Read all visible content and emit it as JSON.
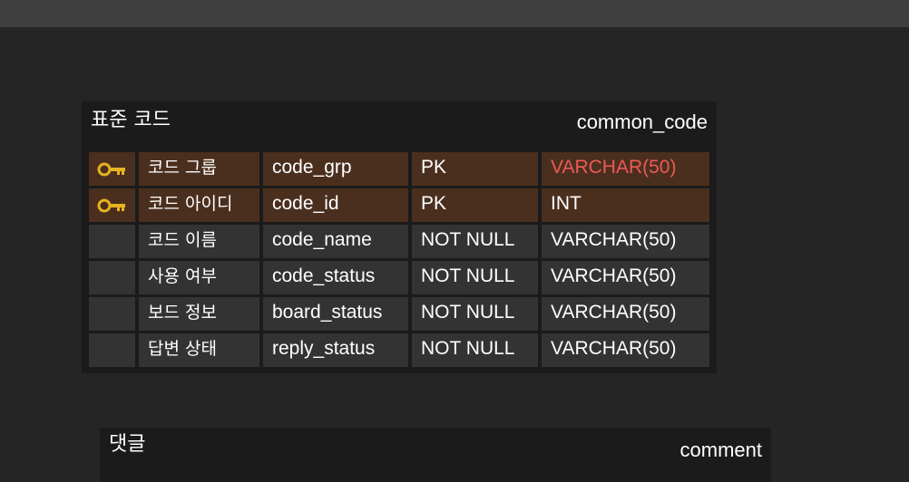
{
  "colors": {
    "pk_row": "#4b2f1e",
    "cell": "#333333",
    "key_icon": "#e6b320",
    "type_highlight": "#ec5a56"
  },
  "entities": [
    {
      "logical_name": "표준 코드",
      "physical_name": "common_code",
      "columns": [
        {
          "key": true,
          "logical": "코드 그룹",
          "physical": "code_grp",
          "constraint": "PK",
          "type": "VARCHAR(50)",
          "type_highlight": true
        },
        {
          "key": true,
          "logical": "코드 아이디",
          "physical": "code_id",
          "constraint": "PK",
          "type": "INT"
        },
        {
          "key": false,
          "logical": "코드 이름",
          "physical": "code_name",
          "constraint": "NOT NULL",
          "type": "VARCHAR(50)"
        },
        {
          "key": false,
          "logical": "사용 여부",
          "physical": "code_status",
          "constraint": "NOT NULL",
          "type": "VARCHAR(50)"
        },
        {
          "key": false,
          "logical": "보드 정보",
          "physical": "board_status",
          "constraint": "NOT NULL",
          "type": "VARCHAR(50)"
        },
        {
          "key": false,
          "logical": "답변 상태",
          "physical": "reply_status",
          "constraint": "NOT NULL",
          "type": "VARCHAR(50)"
        }
      ]
    },
    {
      "logical_name": "댓글",
      "physical_name": "comment",
      "columns": []
    }
  ]
}
